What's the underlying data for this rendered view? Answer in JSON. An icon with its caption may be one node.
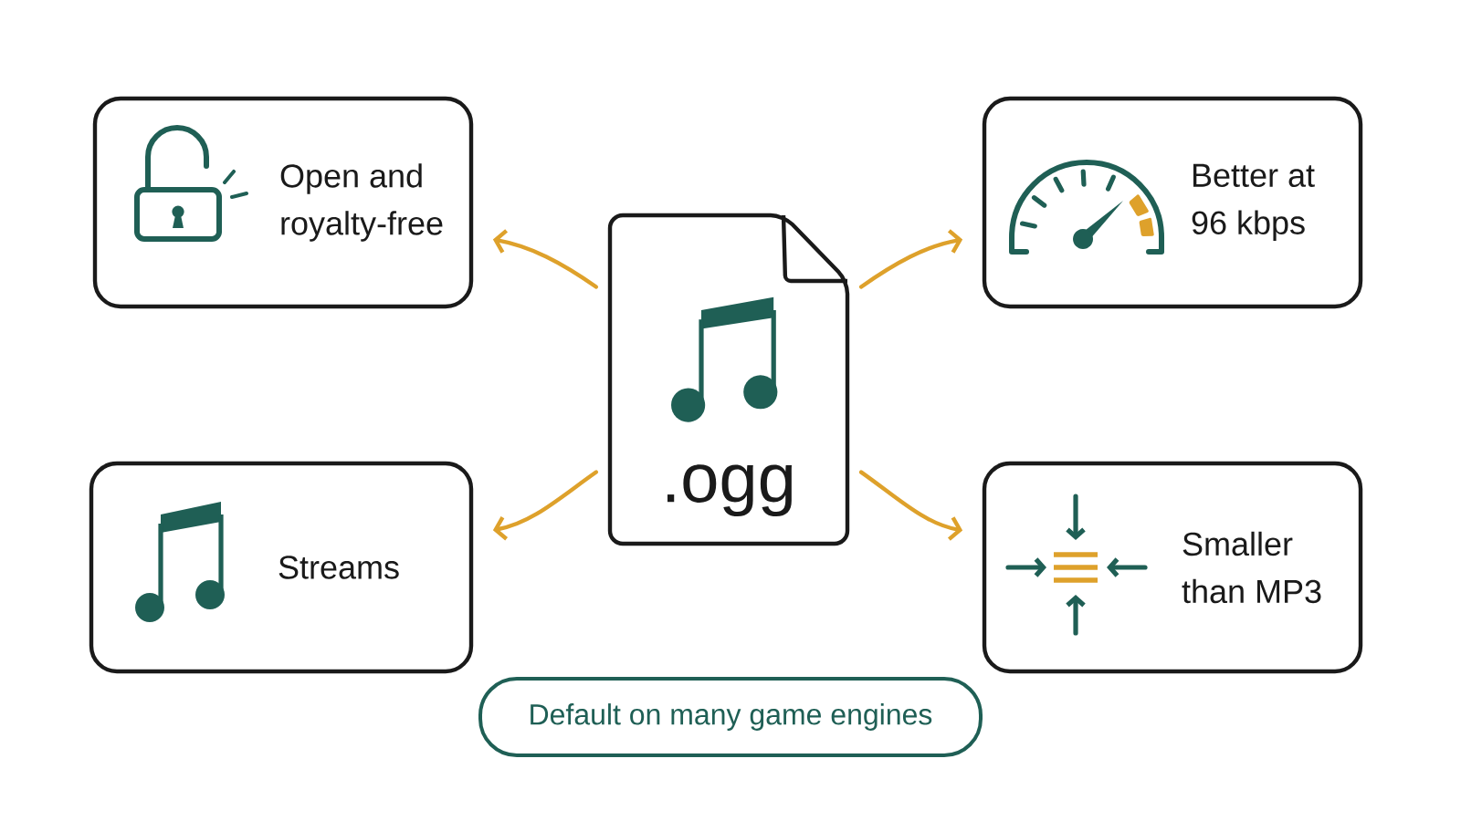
{
  "diagram": {
    "nodes": [
      {
        "text": [
          "Open and royalty-free"
        ]
      },
      {
        "text": [
          "Better at 96 kbps"
        ]
      },
      {
        "text": [
          ".ogg"
        ]
      },
      {
        "text": [
          "Streams"
        ]
      },
      {
        "text": [
          "Smaller than MP3"
        ]
      },
      {
        "text": [
          "Default on many game engines"
        ]
      }
    ],
    "edges": [
      {
        "from": 2,
        "to": 0,
        "arrow": "to"
      },
      {
        "from": 2,
        "to": 1,
        "arrow": "to"
      },
      {
        "from": 2,
        "to": 3,
        "arrow": "to"
      },
      {
        "from": 2,
        "to": 4,
        "arrow": "to"
      }
    ]
  }
}
